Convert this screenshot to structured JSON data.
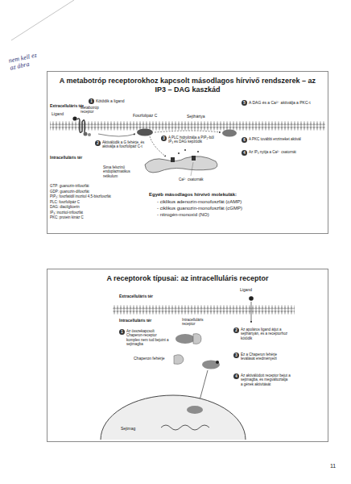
{
  "diagram": {
    "nodes": [
      {
        "text": [
          "A metabotróp receptorokhoz kapcsolt másodlagos hírvivő rendszerek – az IP3 – DAG kaszkád"
        ]
      },
      {
        "text": [
          "A receptorok típusai: az intracelluláris receptor"
        ]
      }
    ],
    "labels": [
      "nem kell ez az ábra",
      "Extracelluláris tér",
      "1",
      "Kötődik a ligand",
      "Ligand",
      "Metabotróp receptor",
      "Foszfolipáz C",
      "Sejthártya",
      "5",
      "A DAG és a Ca²⁺ aktiválja a PKC-t",
      "3",
      "A PLC hidrolizálja a PIP₂-ből IP₃ és DAG képződik",
      "6",
      "A PKC további enzimeket aktivál",
      "2",
      "Aktiválódik a G fehérje, és aktiválja a foszfolipáz C-t",
      "4",
      "Az IP₃ nyitja a Ca²⁺ csatornát",
      "Intracelluláris tér",
      "Sima felszínű endoplazmatikus retikulum",
      "Ca²⁺ csatornák",
      "GTP: guanozin-trifoszfát",
      "GDP: guanozin-difoszfát",
      "PIP₂: foszfatidil inozitol 4,5-biszfoszfát",
      "PLC: foszfolipáz C",
      "DAG: diacilglicerin",
      "IP₃: inozitol-trifoszfát",
      "PKC: protein kináz C",
      "Egyéb másodlagos hírvivő molekulák:",
      "- ciklikus adenozin-monofoszfát (cAMP)",
      "- ciklikus guanozin-monofoszfát (cGMP)",
      "- nitrogén-monoxid (NO)",
      "Extracelluláris tér",
      "Ligand",
      "Intracelluláris tér",
      "Intracelluláris receptor",
      "1",
      "Az összekapcsolt Chaperon-receptor komplex nem tud bejutni a sejtmagba",
      "2",
      "Az apoláros ligand átjut a sejthártyán, és a receptorhoz kötődik",
      "Chaperon fehérje",
      "3",
      "Ez a Chaperon fehérje leválását eredményezi",
      "4",
      "Az aktiválódott receptor bejut a sejtmagba, és megváltoztatja a gének aktivitását",
      "Sejtmag",
      "11"
    ]
  }
}
